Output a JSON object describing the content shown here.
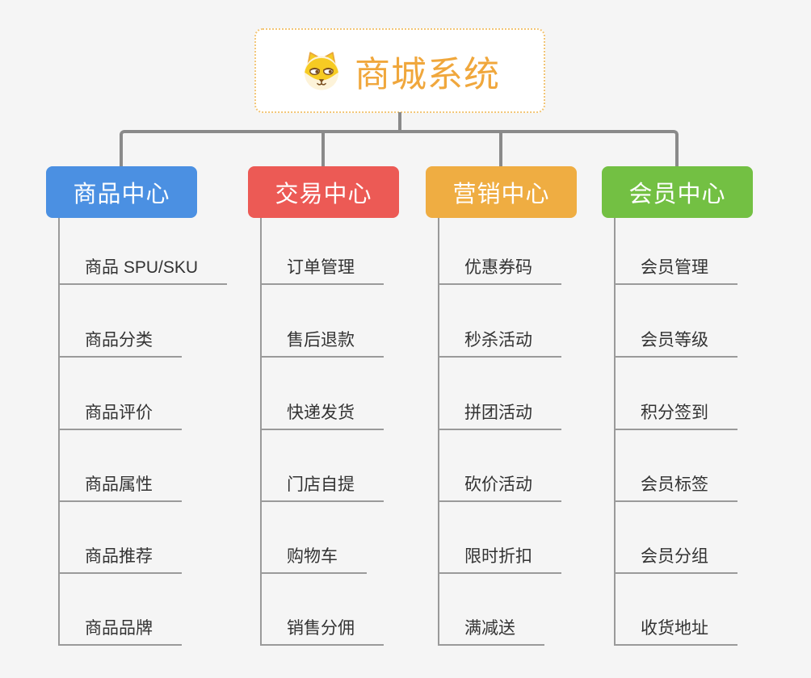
{
  "root": {
    "title": "商城系统",
    "icon": "dog-face-icon",
    "title_color": "#F0A73C",
    "border_color": "#F2C576"
  },
  "style": {
    "background_color": "#F5F5F5",
    "connector_color": "#8A8A8A",
    "sub_line_color": "#9A9A9A",
    "item_text_color": "#333333"
  },
  "branches": [
    {
      "label": "商品中心",
      "color": "#4B90E2",
      "items": [
        "商品 SPU/SKU",
        "商品分类",
        "商品评价",
        "商品属性",
        "商品推荐",
        "商品品牌"
      ]
    },
    {
      "label": "交易中心",
      "color": "#EC5A55",
      "items": [
        "订单管理",
        "售后退款",
        "快递发货",
        "门店自提",
        "购物车",
        "销售分佣"
      ]
    },
    {
      "label": "营销中心",
      "color": "#EFAD42",
      "items": [
        "优惠券码",
        "秒杀活动",
        "拼团活动",
        "砍价活动",
        "限时折扣",
        "满减送"
      ]
    },
    {
      "label": "会员中心",
      "color": "#73C043",
      "items": [
        "会员管理",
        "会员等级",
        "积分签到",
        "会员标签",
        "会员分组",
        "收货地址"
      ]
    }
  ]
}
